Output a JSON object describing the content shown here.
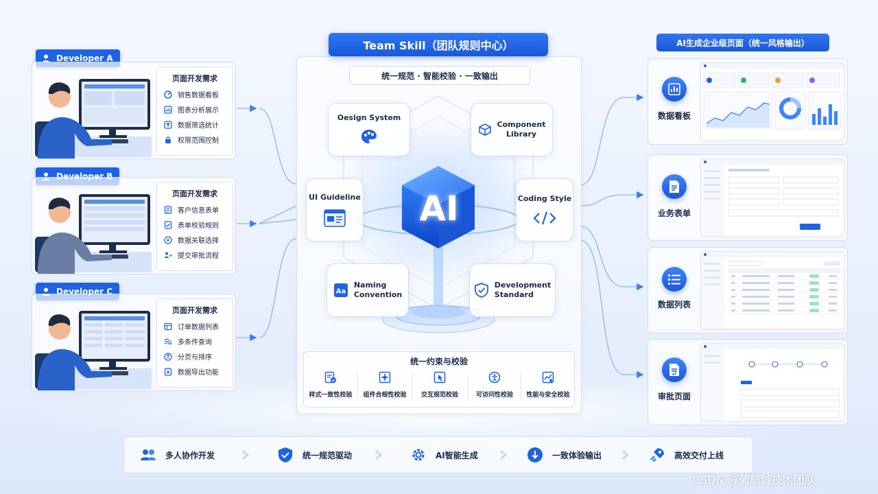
{
  "hub": {
    "title": "Team Skill（团队规则中心）",
    "subtitle": "统一规范 · 智能校验 · 一致输出",
    "core_label": "AI",
    "modules": {
      "design_system": "Oesign System",
      "component_library": [
        "Component",
        "Library"
      ],
      "ui_guideline": "UI Guideline",
      "coding_style": "Coding Style",
      "naming_convention": [
        "Naming",
        "Convention"
      ],
      "development_standard": [
        "Development",
        "Standard"
      ]
    },
    "constraints": {
      "title": "统一约束与校验",
      "items": [
        "样式一致性校验",
        "组件合规性校验",
        "交互规范校验",
        "可访问性校验",
        "性能与安全校验"
      ]
    }
  },
  "developers": [
    {
      "name": "Developer A",
      "req_title": "页面开发需求",
      "items": [
        "销售数据看板",
        "图表分析展示",
        "数据筛选统计",
        "权限范围控制"
      ]
    },
    {
      "name": "Developer B",
      "req_title": "页面开发需求",
      "items": [
        "客户信息表单",
        "表单校验规则",
        "数据关联选择",
        "提交审批流程"
      ]
    },
    {
      "name": "Developer C",
      "req_title": "页面开发需求",
      "items": [
        "订单数据列表",
        "多条件查询",
        "分页与排序",
        "数据导出功能"
      ]
    }
  ],
  "output": {
    "title": "AI生成企业级页面（统一风格输出）",
    "pages": [
      {
        "label": "数据看板",
        "icon": "bar-chart-icon"
      },
      {
        "label": "业务表单",
        "icon": "document-icon"
      },
      {
        "label": "数据列表",
        "icon": "list-icon"
      },
      {
        "label": "审批页面",
        "icon": "approval-doc-icon"
      }
    ]
  },
  "flow": {
    "steps": [
      "多人协作开发",
      "统一规范驱动",
      "AI智能生成",
      "一致体验输出",
      "高效交付上线"
    ]
  },
  "watermark": "CSDN @葡萄城技术团队",
  "colors": {
    "primary": "#1f63e0",
    "accent": "#3f86f5",
    "background": "#eef3fc"
  }
}
